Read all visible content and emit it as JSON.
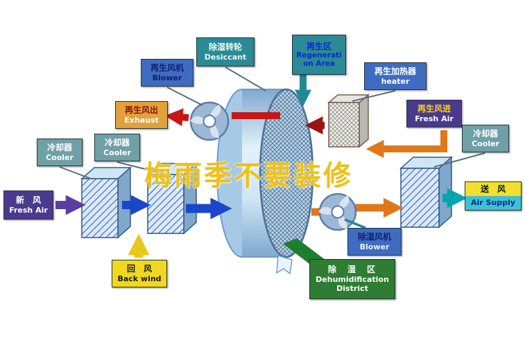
{
  "watermark": {
    "text": "梅雨季不要装修",
    "color": "#eec115"
  },
  "labels": {
    "desiccant": {
      "zh": "除湿转轮",
      "en": "Desiccant"
    },
    "regeneration_area": {
      "zh": "再生区",
      "en": "Regeneration Area"
    },
    "regen_blower": {
      "zh": "再生风机",
      "en": "Blower"
    },
    "exhaust": {
      "zh": "再生风出",
      "en": "Exhaust"
    },
    "heater": {
      "zh": "再生加热器",
      "en": "heater"
    },
    "regen_fresh_air": {
      "zh": "再生风进",
      "en": "Fresh Air"
    },
    "cooler_right": {
      "zh": "冷却器",
      "en": "Cooler"
    },
    "air_supply": {
      "zh": "送　风",
      "en": "Air Supply"
    },
    "cooler_left_outer": {
      "zh": "冷却器",
      "en": "Cooler"
    },
    "cooler_left_inner": {
      "zh": "冷却器",
      "en": "Cooler"
    },
    "fresh_air": {
      "zh": "新　风",
      "en": "Fresh Air"
    },
    "back_wind": {
      "zh": "回　风",
      "en": "Back wind"
    },
    "dehumid_blower": {
      "zh": "除湿风机",
      "en": "Blower"
    },
    "dehumid_district": {
      "zh": "除　湿　区",
      "en": "Dehumidification District"
    }
  },
  "colors": {
    "teal_box": "#2a8a96",
    "blue_box": "#3e6cc0",
    "orange_box": "#e0a23a",
    "purple_box": "#4a3a8e",
    "gray_teal_box": "#6fa0a6",
    "yellow_box": "#f0d81e",
    "green_box": "#2e7d32",
    "arrow_red": "#c81616",
    "arrow_dark_red": "#9a1414",
    "arrow_orange": "#e07818",
    "arrow_blue": "#1a46cc",
    "arrow_purple": "#5a3fa0",
    "arrow_yellow": "#e8c81a",
    "arrow_teal": "#1f8a96",
    "arrow_cyan": "#00a5ad",
    "wheel_blue": "#a6c9e6",
    "watermark_yellow": "#eec115"
  }
}
